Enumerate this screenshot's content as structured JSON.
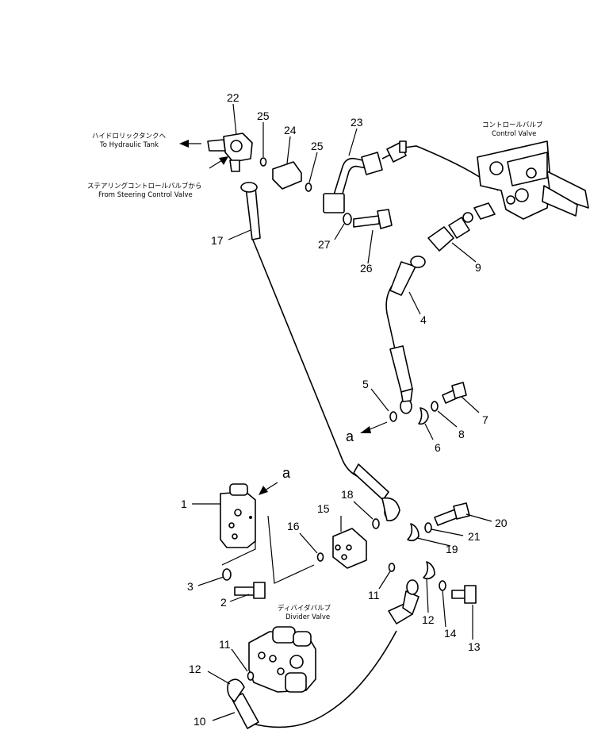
{
  "labels": {
    "n1": "1",
    "n2": "2",
    "n3": "3",
    "n4": "4",
    "n5": "5",
    "n6": "6",
    "n7": "7",
    "n8": "8",
    "n9": "9",
    "n10": "10",
    "n11a": "11",
    "n11b": "11",
    "n12a": "12",
    "n12b": "12",
    "n13": "13",
    "n14": "14",
    "n15": "15",
    "n16": "16",
    "n17": "17",
    "n18": "18",
    "n19": "19",
    "n20": "20",
    "n21": "21",
    "n22": "22",
    "n23": "23",
    "n24": "24",
    "n25a": "25",
    "n25b": "25",
    "n26": "26",
    "n27": "27",
    "a1": "a",
    "a2": "a"
  },
  "notes": {
    "tank_jp": "ハイドロリックタンクへ",
    "tank_en": "To Hydraulic Tank",
    "steer_jp": "ステアリングコントロールバルブから",
    "steer_en": "From Steering Control Valve",
    "cv_jp": "コントロールバルブ",
    "cv_en": "Control Valve",
    "div_jp": "ディバイダバルブ",
    "div_en": "Divider Valve"
  }
}
